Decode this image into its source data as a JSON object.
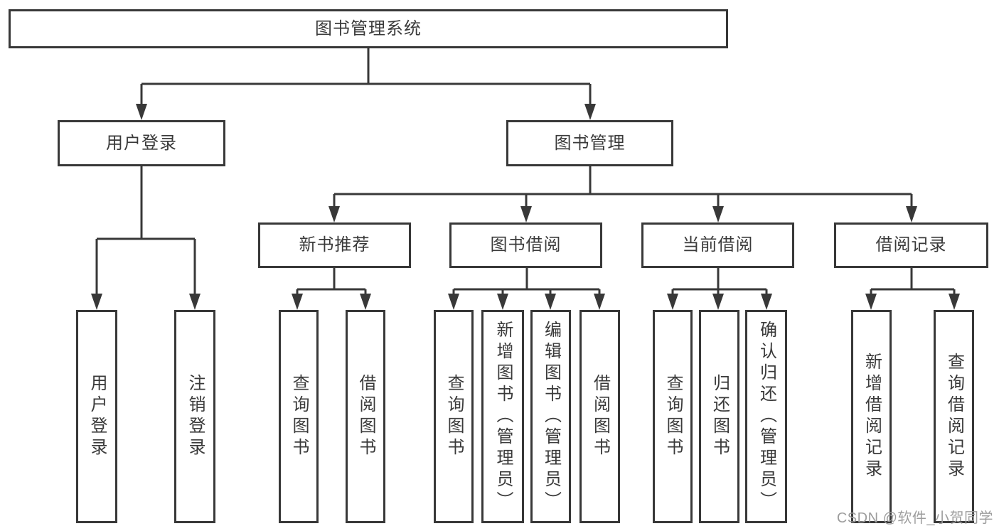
{
  "diagram_type": "hierarchy-tree",
  "nodes": {
    "root": "图书管理系统",
    "l2": [
      "用户登录",
      "图书管理"
    ],
    "l3": [
      "新书推荐",
      "图书借阅",
      "当前借阅",
      "借阅记录"
    ],
    "l4": [
      "用户登录",
      "注销登录",
      "查询图书",
      "借阅图书",
      "查询图书",
      "新增图书（管理员）",
      "编辑图书（管理员）",
      "借阅图书",
      "查询图书",
      "归还图书",
      "确认归还（管理员）",
      "新增借阅记录",
      "查询借阅记录"
    ]
  },
  "hierarchy": {
    "图书管理系统": {
      "用户登录": [
        "用户登录",
        "注销登录"
      ],
      "图书管理": {
        "新书推荐": [
          "查询图书",
          "借阅图书"
        ],
        "图书借阅": [
          "查询图书",
          "新增图书（管理员）",
          "编辑图书（管理员）",
          "借阅图书"
        ],
        "当前借阅": [
          "查询图书",
          "归还图书",
          "确认归还（管理员）"
        ],
        "借阅记录": [
          "新增借阅记录",
          "查询借阅记录"
        ]
      }
    }
  },
  "watermark": "CSDN @软件_小贺同学",
  "colors": {
    "line": "#383838",
    "text": "#3a3a3a",
    "background": "#ffffff",
    "watermark": "#9d9d9d"
  }
}
